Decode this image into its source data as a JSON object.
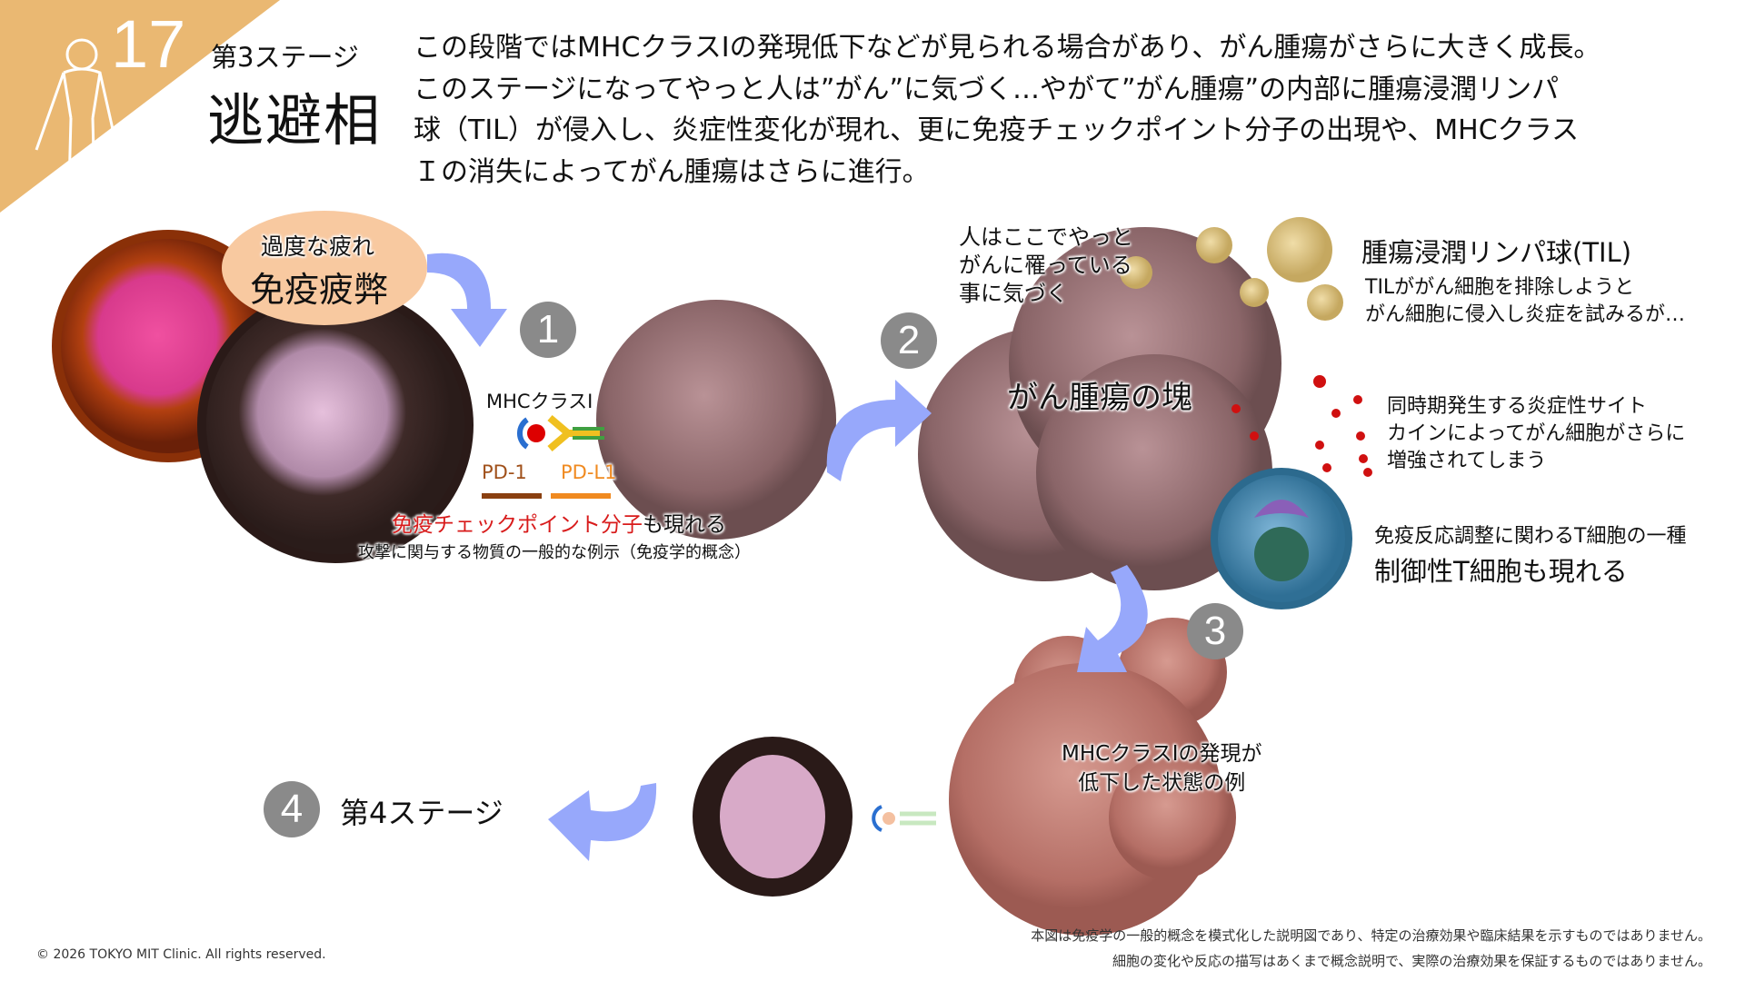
{
  "header": {
    "slide_number": "17",
    "stage_label": "第3ステージ",
    "phase_title": "逃避相",
    "description": [
      "この段階ではMHCクラスIの発現低下などが見られる場合があり、がん腫瘍がさらに大きく成長。",
      "このステージになってやっと人は”がん”に気づく…やがて”がん腫瘍”の内部に腫瘍浸潤リンパ",
      "球（TIL）が侵入し、炎症性変化が現れ、更に免疫チェックポイント分子の出現や、MHCクラス",
      "Ｉの消失によってがん腫瘍はさらに進行。"
    ]
  },
  "step1": {
    "number": "1",
    "bubble_small": "過度な疲れ",
    "bubble_large": "免疫疲弊",
    "mhc_label": "MHCクラスI",
    "pd1_label": "PD-1",
    "pdl1_label": "PD-L1",
    "checkpoint_red": "免疫チェックポイント分子",
    "checkpoint_rest": "も現れる",
    "caption": "攻撃に関与する物質の一般的な例示（免疫学的概念）"
  },
  "step2": {
    "number": "2",
    "notice": [
      "人はここでやっと",
      "がんに罹っている",
      "事に気づく"
    ],
    "mass_label": "がん腫瘍の塊",
    "til_title": "腫瘍浸潤リンパ球(TIL)",
    "til_desc": [
      "TILががん細胞を排除しようと",
      "がん細胞に侵入し炎症を試みるが…"
    ],
    "cytokine_desc": [
      "同時期発生する炎症性サイト",
      "カインによってがん細胞がさらに",
      "増強されてしまう"
    ],
    "treg_small": "免疫反応調整に関わるT細胞の一種",
    "treg_large": "制御性T細胞も現れる"
  },
  "step3": {
    "number": "3",
    "label": [
      "MHCクラスIの発現が",
      "低下した状態の例"
    ]
  },
  "step4": {
    "number": "4",
    "label": "第4ステージ"
  },
  "footer": {
    "copyright": "© 2026 TOKYO MIT Clinic. All rights reserved.",
    "disclaimer": [
      "本図は免疫学の一般的概念を模式化した説明図であり、特定の治療効果や臨床結果を示すものではありません。",
      "細胞の変化や反応の描写はあくまで概念説明で、実際の治療効果を保証するものではありません。"
    ]
  },
  "colors": {
    "corner": "#eab872",
    "arrow": "#97a8fb",
    "badge": "#8a8a8a",
    "bubble": "#f8c9a0",
    "highlight": "#d81b1b"
  }
}
